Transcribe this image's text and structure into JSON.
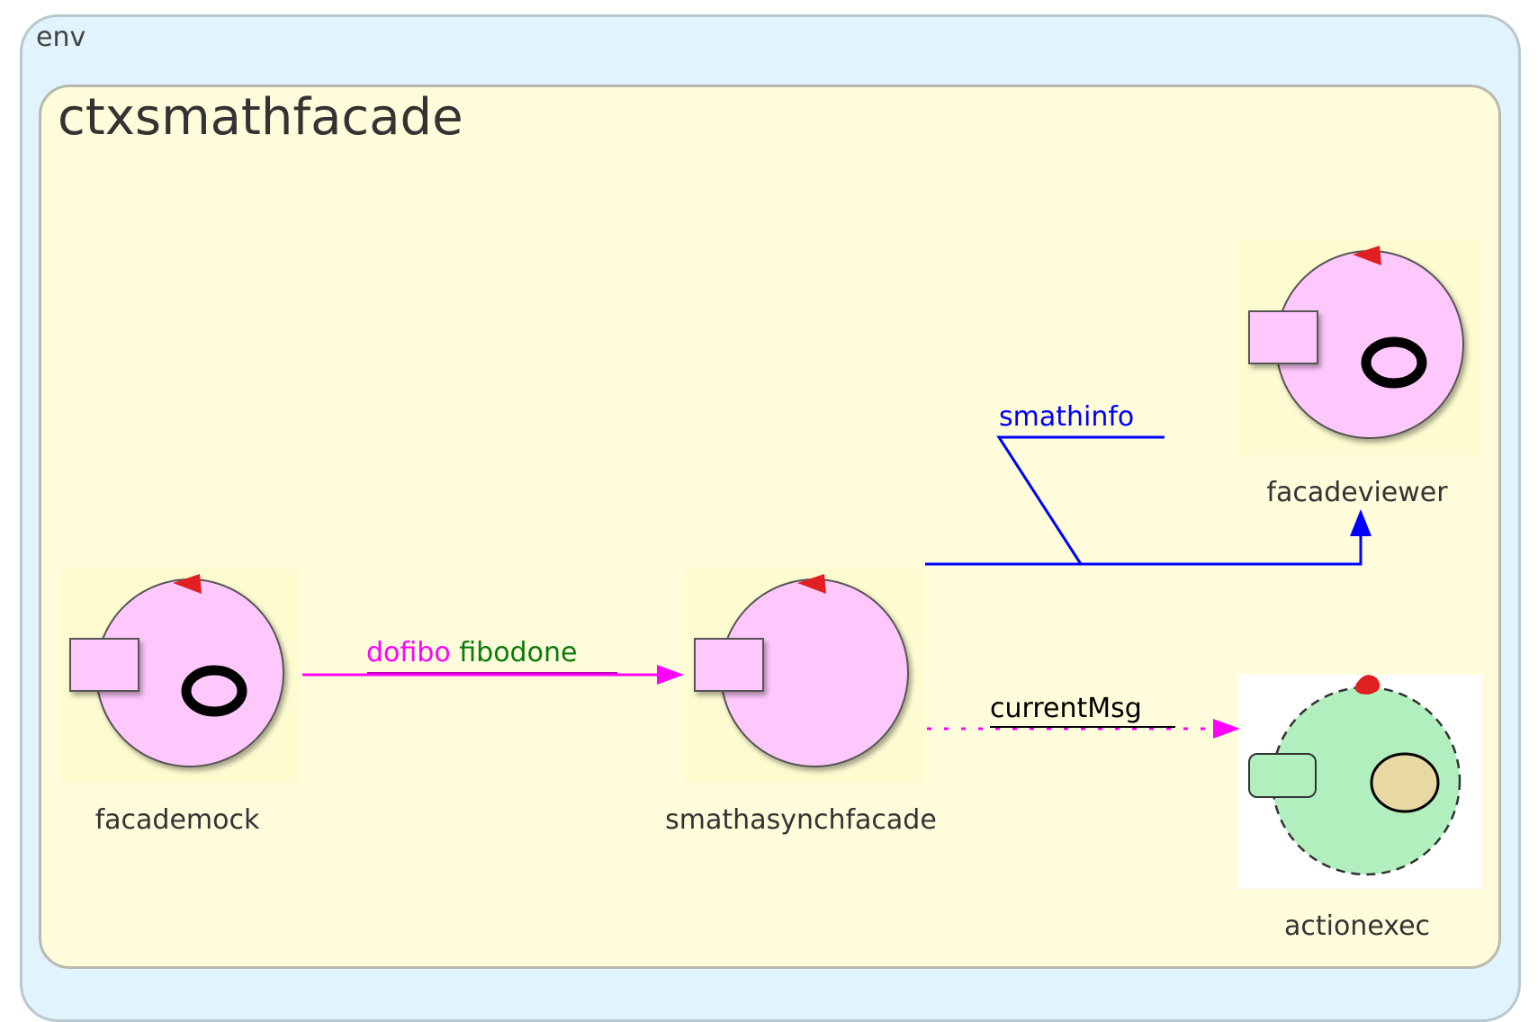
{
  "outer_context": {
    "label": "env"
  },
  "inner_context": {
    "label": "ctxsmathfacade"
  },
  "nodes": {
    "facademock": {
      "label": "facademock",
      "type": "actor",
      "color": "#ffc8fc"
    },
    "smathasynchfacade": {
      "label": "smathasynchfacade",
      "type": "actor",
      "color": "#ffc8fc"
    },
    "facadeviewer": {
      "label": "facadeviewer",
      "type": "actor",
      "color": "#ffc8fc"
    },
    "actionexec": {
      "label": "actionexec",
      "type": "external-actor",
      "color": "#b2efbe"
    }
  },
  "edges": {
    "mock_to_facade": {
      "label_dispatch": "dofibo",
      "label_event": "fibodone",
      "color": "#ff00ff",
      "style": "solid"
    },
    "facade_to_viewer": {
      "label": "smathinfo",
      "color": "#0000ff",
      "style": "solid"
    },
    "facade_to_actionexec": {
      "label": "currentMsg",
      "color": "#ff00ff",
      "style": "dotted"
    }
  },
  "colors": {
    "env_bg": "#e1f3fc",
    "context_bg": "#fefcda",
    "actor_fill": "#ffc8fc",
    "external_actor_fill": "#b2efbe",
    "marker_red": "#e02020",
    "dispatch_color": "#ff00ff",
    "event_color": "#0a7a0a",
    "info_color": "#0000ff"
  }
}
